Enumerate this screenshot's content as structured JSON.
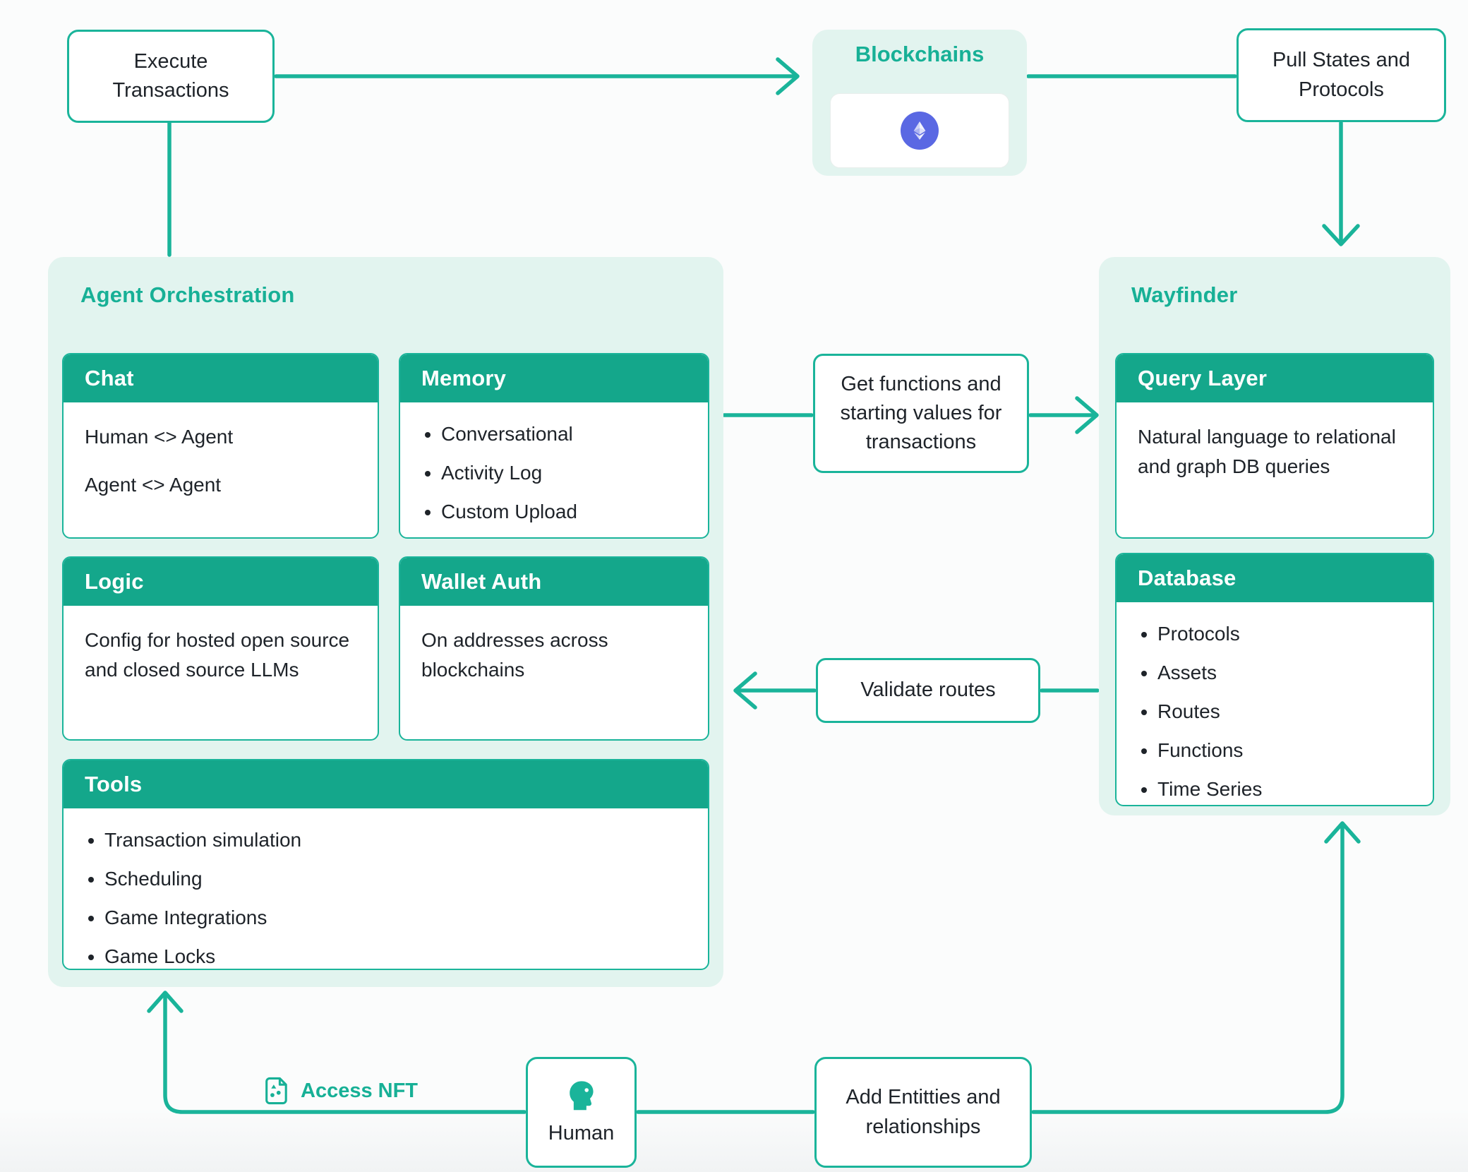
{
  "colors": {
    "teal_stroke": "#1AB49A",
    "teal_header": "#14A78B",
    "teal_text": "#17B096",
    "panel_bg": "#E2F4EF",
    "eth_blue": "#5A68E3",
    "text_dark": "#1E2329",
    "card_border": "#1AB49A"
  },
  "top": {
    "execute_label": "Execute Transactions",
    "blockchains_title": "Blockchains",
    "blockchains_icon": "ethereum-icon",
    "pull_states_label": "Pull States and Protocols"
  },
  "agent_orchestration": {
    "title": "Agent Orchestration",
    "chat": {
      "title": "Chat",
      "lines": [
        "Human <> Agent",
        "Agent <> Agent"
      ]
    },
    "memory": {
      "title": "Memory",
      "bullets": [
        "Conversational",
        "Activity Log",
        "Custom Upload"
      ]
    },
    "logic": {
      "title": "Logic",
      "text": "Config for hosted open source and closed source LLMs"
    },
    "wallet_auth": {
      "title": "Wallet Auth",
      "text": "On addresses across blockchains"
    },
    "tools": {
      "title": "Tools",
      "bullets": [
        "Transaction simulation",
        "Scheduling",
        "Game Integrations",
        "Game Locks"
      ]
    }
  },
  "wayfinder": {
    "title": "Wayfinder",
    "query_layer": {
      "title": "Query Layer",
      "text": "Natural language to relational and graph DB queries"
    },
    "database": {
      "title": "Database",
      "bullets": [
        "Protocols",
        "Assets",
        "Routes",
        "Functions",
        "Time Series"
      ]
    }
  },
  "flow_labels": {
    "get_functions": "Get functions and starting values for transactions",
    "validate_routes": "Validate routes",
    "access_nft": "Access NFT",
    "human": "Human",
    "add_entities": "Add Entitties and relationships"
  }
}
